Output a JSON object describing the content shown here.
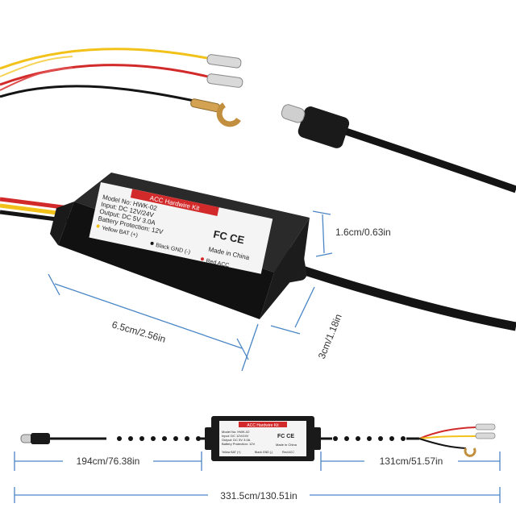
{
  "label": {
    "title": "ACC Hardwire Kit",
    "lines": [
      "Model No: HWK-02",
      "Input: DC 12V/24V",
      "Output: DC 5V 3.0A",
      "Battery Protection: 12V"
    ],
    "wires": [
      "Yellow BAT (+)",
      "Black GND (-)",
      "Red ACC"
    ],
    "made_in": "Made in China",
    "cert": "FC CE"
  },
  "dimensions": {
    "height": "1.6cm/0.63in",
    "length": "6.5cm/2.56in",
    "width": "3cm/1.18in",
    "left_cable": "194cm/76.38in",
    "right_cable": "131cm/51.57in",
    "total": "331.5cm/130.51in"
  },
  "colors": {
    "red": "#d22a2a",
    "yellow": "#f2c21b",
    "black": "#141414",
    "dimension_line": "#4a86c5"
  }
}
